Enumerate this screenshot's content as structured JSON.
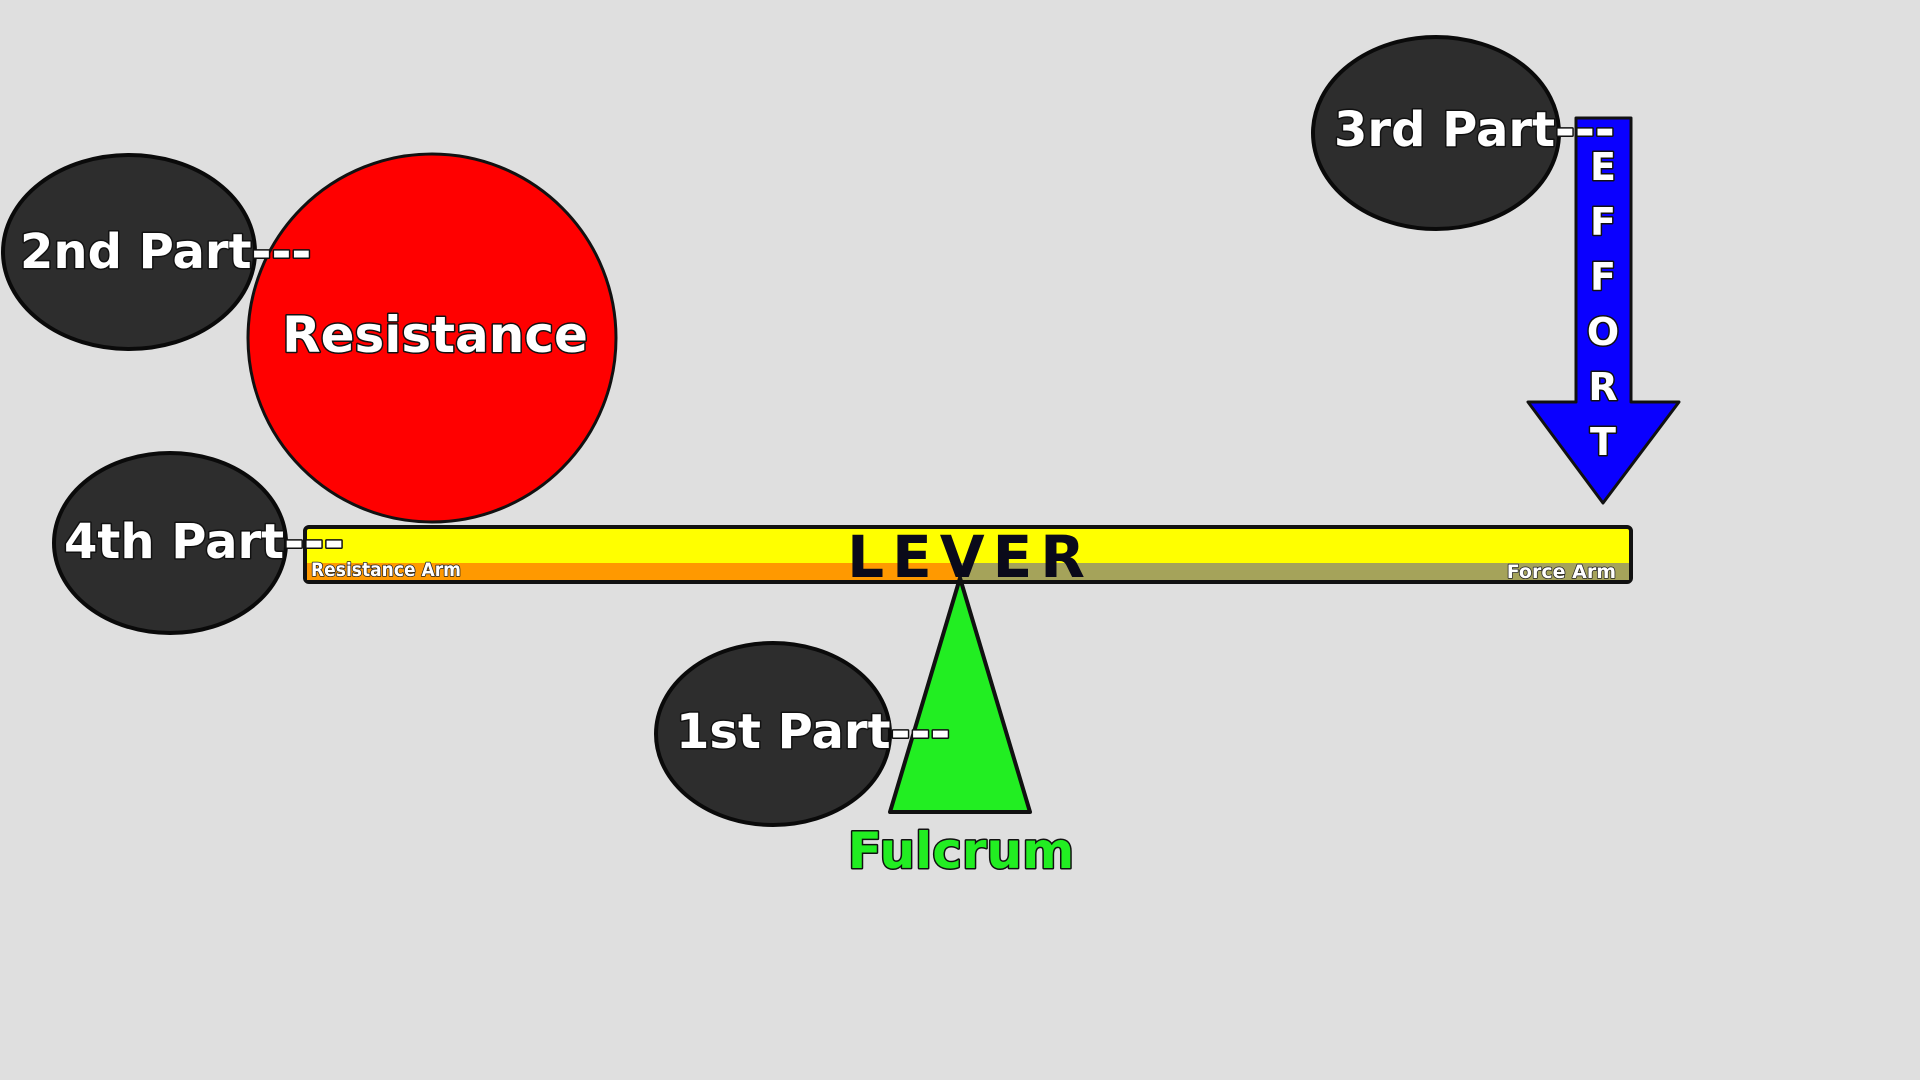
{
  "colors": {
    "background": "#dfdfdf",
    "label_bubble": "#2d2d2d",
    "resistance": "#ff0000",
    "lever_yellow": "#ffff00",
    "lever_orange": "#ff9900",
    "lever_olive": "#a5a35a",
    "effort": "#0a00ff",
    "fulcrum": "#22ee22"
  },
  "parts": {
    "first": "1st Part---",
    "second": "2nd Part---",
    "third": "3rd Part---",
    "fourth": "4th Part---"
  },
  "resistance": {
    "label": "Resistance"
  },
  "lever": {
    "label": "LEVER",
    "resistance_arm": "Resistance Arm",
    "force_arm": "Force Arm"
  },
  "effort": {
    "letters": [
      "E",
      "F",
      "F",
      "O",
      "R",
      "T"
    ]
  },
  "fulcrum": {
    "label": "Fulcrum"
  }
}
